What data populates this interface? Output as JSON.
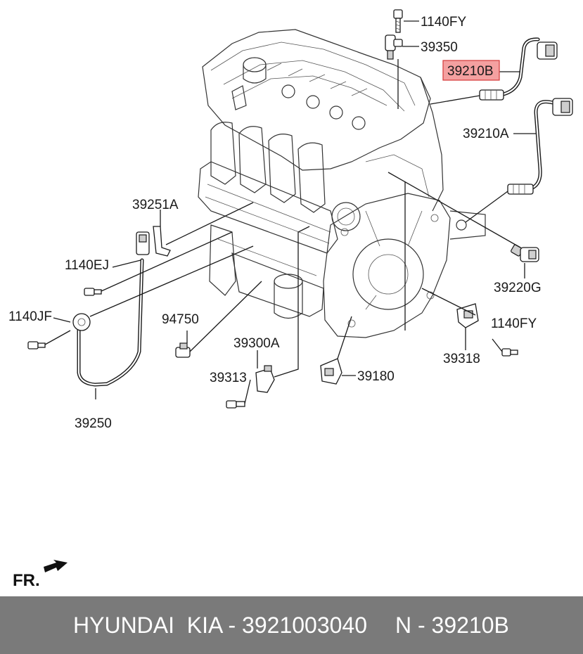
{
  "callouts": {
    "c1140fy_top": "1140FY",
    "c39350": "39350",
    "c39210b": "39210B",
    "c39210a": "39210A",
    "c39251a": "39251A",
    "c1140ej": "1140EJ",
    "c1140jf": "1140JF",
    "c94750": "94750",
    "c39300a": "39300A",
    "c39313": "39313",
    "c39180": "39180",
    "c39318": "39318",
    "c1140fy_right": "1140FY",
    "c39220g": "39220G",
    "c39250": "39250"
  },
  "orientation": {
    "label": "FR."
  },
  "highlight_color": "#f4a0a0",
  "footer": {
    "brand_text": "HYUNDAI  KIA - 3921003040",
    "part_text": "N - 39210B",
    "background": "#7a7a7a"
  }
}
